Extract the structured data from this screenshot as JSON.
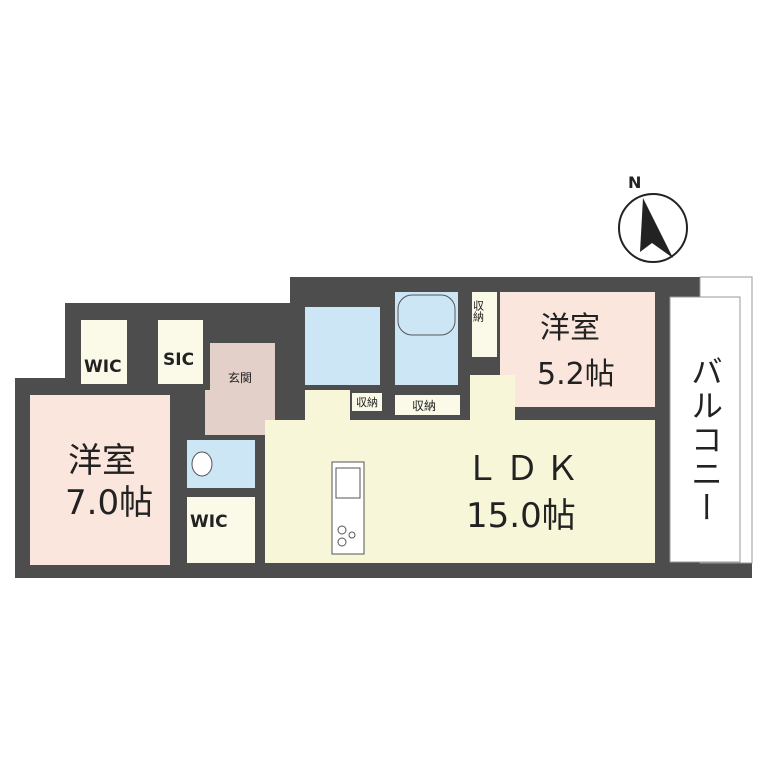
{
  "compass": {
    "label": "N",
    "icon": "north-arrow-icon"
  },
  "rooms": {
    "western_left": {
      "name": "洋室",
      "size": "7.0帖"
    },
    "wic_top": {
      "name": "WIC"
    },
    "sic": {
      "name": "SIC"
    },
    "entrance": {
      "name": "玄関"
    },
    "wic_bottom": {
      "name": "WIC"
    },
    "storage_small": {
      "name": "収納"
    },
    "storage_hall": {
      "name": "収納"
    },
    "storage_right": {
      "name": "収納"
    },
    "western_right": {
      "name": "洋室",
      "size": "5.2帖"
    },
    "ldk": {
      "name": "ＬＤＫ",
      "size": "15.0帖"
    },
    "balcony": {
      "name": "バルコニー"
    }
  },
  "colors": {
    "wall": "#4d4d4d",
    "western": "#fae6dc",
    "ldk": "#f7f6d9",
    "closet": "#fbf9e8",
    "wet": "#cde6f6",
    "entrance": "#e2d0c9"
  }
}
